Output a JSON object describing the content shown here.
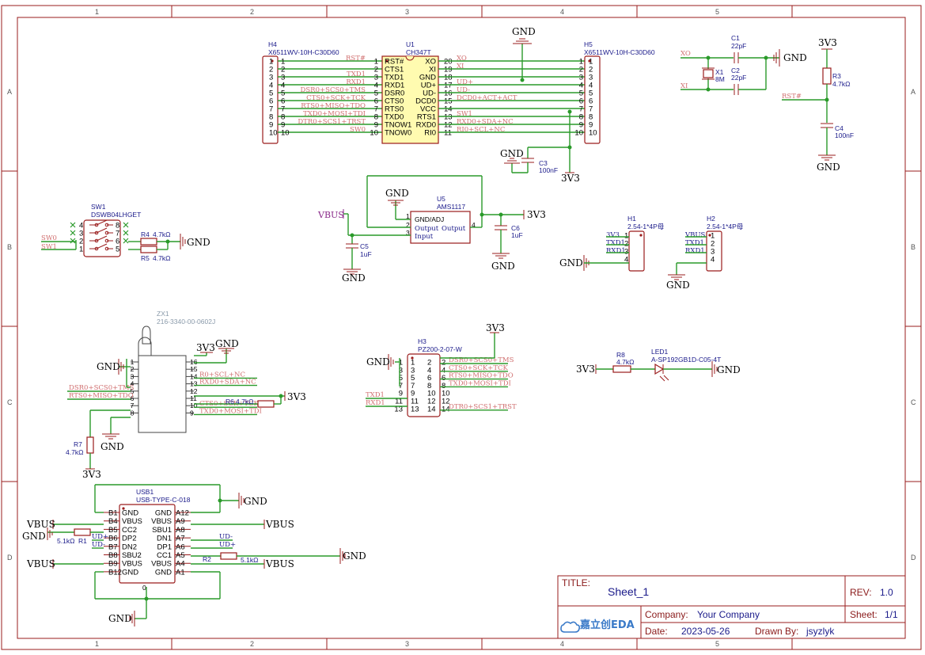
{
  "frame": {
    "cols": [
      "1",
      "2",
      "3",
      "4",
      "5"
    ],
    "rows": [
      "A",
      "B",
      "C",
      "D"
    ]
  },
  "title_block": {
    "title_label": "TITLE:",
    "title": "Sheet_1",
    "rev_label": "REV:",
    "rev": "1.0",
    "company_label": "Company:",
    "company": "Your Company",
    "sheet_label": "Sheet:",
    "sheet": "1/1",
    "date_label": "Date:",
    "date": "2023-05-26",
    "drawn_label": "Drawn By:",
    "drawn": "jsyzlyk",
    "logo_text": "嘉立创EDA"
  },
  "power": {
    "gnd": "GND",
    "v33": "3V3",
    "vbus": "VBUS"
  },
  "h4": {
    "ref": "H4",
    "part": "X6511WV-10H-C30D60",
    "pins": [
      "1",
      "2",
      "3",
      "4",
      "5",
      "6",
      "7",
      "8",
      "9",
      "10"
    ],
    "nets": [
      "RST#",
      "",
      "TXD1",
      "RXD1",
      "DSR0+SCS0+TMS",
      "CTS0+SCK+TCK",
      "RTS0+MISO+TDO",
      "TXD0+MOSI+TDI",
      "DTR0+SCS1+TRST",
      "SW0"
    ]
  },
  "h5": {
    "ref": "H5",
    "part": "X6511WV-10H-C30D60",
    "pins": [
      "1",
      "2",
      "3",
      "4",
      "5",
      "6",
      "7",
      "8",
      "9",
      "10"
    ],
    "nets": [
      "XO",
      "XI",
      "",
      "UD+",
      "UD-",
      "DCD0+ACT+ACT",
      "",
      "SW1",
      "RXD0+SDA+NC",
      "RI0+SCL+NC"
    ]
  },
  "u1": {
    "ref": "U1",
    "part": "CH347T",
    "left_pins": [
      {
        "num": "1",
        "name": "RST#"
      },
      {
        "num": "2",
        "name": "CTS1"
      },
      {
        "num": "3",
        "name": "TXD1"
      },
      {
        "num": "4",
        "name": "RXD1"
      },
      {
        "num": "5",
        "name": "DSR0"
      },
      {
        "num": "6",
        "name": "CTS0"
      },
      {
        "num": "7",
        "name": "RTS0"
      },
      {
        "num": "8",
        "name": "TXD0"
      },
      {
        "num": "9",
        "name": "TNOW1"
      },
      {
        "num": "10",
        "name": "TNOW0"
      }
    ],
    "right_pins": [
      {
        "num": "20",
        "name": "XO"
      },
      {
        "num": "19",
        "name": "XI"
      },
      {
        "num": "18",
        "name": "GND"
      },
      {
        "num": "17",
        "name": "UD+"
      },
      {
        "num": "16",
        "name": "UD-"
      },
      {
        "num": "15",
        "name": "DCD0"
      },
      {
        "num": "14",
        "name": "VCC"
      },
      {
        "num": "13",
        "name": "RTS1"
      },
      {
        "num": "12",
        "name": "RXD0"
      },
      {
        "num": "11",
        "name": "RI0"
      }
    ]
  },
  "c3": {
    "ref": "C3",
    "val": "100nF"
  },
  "crystal": {
    "c1_ref": "C1",
    "c1_val": "22pF",
    "c2_ref": "C2",
    "c2_val": "22pF",
    "x1_ref": "X1",
    "x1_val": "8M",
    "net_xo": "XO",
    "net_xi": "XI"
  },
  "reset": {
    "r3_ref": "R3",
    "r3_val": "4.7kΩ",
    "c4_ref": "C4",
    "c4_val": "100nF",
    "net": "RST#"
  },
  "u5": {
    "ref": "U5",
    "part": "AMS1117",
    "pins": [
      {
        "num": "1",
        "name": "GND/ADJ"
      },
      {
        "num": "2",
        "name": "Output"
      },
      {
        "num": "3",
        "name": "Input"
      },
      {
        "num": "4",
        "name": "Output"
      }
    ],
    "c5_ref": "C5",
    "c5_val": "1uF",
    "c6_ref": "C6",
    "c6_val": "1uF"
  },
  "sw1": {
    "ref": "SW1",
    "part": "DSWB04LHGET",
    "left_pins": [
      "4",
      "3",
      "2",
      "1"
    ],
    "right_pins": [
      "8",
      "7",
      "6",
      "5"
    ],
    "net_sw0": "SW0",
    "net_sw1": "SW1",
    "r4_ref": "R4",
    "r4_val": "4.7kΩ",
    "r5_ref": "R5",
    "r5_val": "4.7kΩ"
  },
  "h1": {
    "ref": "H1",
    "part": "2.54-1*4P母",
    "pins": [
      "1",
      "2",
      "3",
      "4"
    ],
    "nets": [
      "3V3",
      "TXD1",
      "RXD1",
      ""
    ]
  },
  "h2": {
    "ref": "H2",
    "part": "2.54-1*4P母",
    "pins": [
      "1",
      "2",
      "3",
      "4"
    ],
    "nets": [
      "VBUS",
      "TXD1",
      "RXD1",
      ""
    ]
  },
  "zx1": {
    "ref": "ZX1",
    "part": "216-3340-00-0602J",
    "left_pins": [
      "1",
      "2",
      "3",
      "4",
      "5",
      "6",
      "7",
      "8"
    ],
    "right_pins": [
      "16",
      "15",
      "14",
      "13",
      "12",
      "11",
      "10",
      "9"
    ],
    "nets_right": [
      "",
      "",
      "R0+SCL+NC",
      "RXD0+SDA+NC",
      "",
      "",
      "CTS0+SCK+TCK",
      "TXD0+MOSI+TDI"
    ],
    "nets_left": [
      "DSR0+SCS0+TMS",
      "RTS0+MISO+TDO"
    ],
    "r6_ref": "R6",
    "r6_val": "4.7kΩ",
    "r7_ref": "R7",
    "r7_val": "4.7kΩ"
  },
  "h3": {
    "ref": "H3",
    "part": "PZ200-2-07-W",
    "left_pins": [
      "1",
      "3",
      "5",
      "7",
      "9",
      "11",
      "13"
    ],
    "right_pins": [
      "2",
      "4",
      "6",
      "8",
      "10",
      "12",
      "14"
    ],
    "nets_right": [
      "DSR0+SCS0+TMS",
      "CTS0+SCK+TCK",
      "RTS0+MISO+TDO",
      "TXD0+MOSI+TDI",
      "",
      "",
      "DTR0+SCS1+TRST"
    ],
    "nets_left": [
      "TXD1",
      "RXD1"
    ]
  },
  "led": {
    "r8_ref": "R8",
    "r8_val": "4.7kΩ",
    "led_ref": "LED1",
    "led_part": "A-SP192GB1D-C05-4T"
  },
  "usb": {
    "ref": "USB1",
    "part": "USB-TYPE-C-018",
    "left_pins": [
      {
        "num": "B1",
        "name": "GND"
      },
      {
        "num": "B4",
        "name": "VBUS"
      },
      {
        "num": "B5",
        "name": "CC2"
      },
      {
        "num": "B6",
        "name": "DP2"
      },
      {
        "num": "B7",
        "name": "DN2"
      },
      {
        "num": "B8",
        "name": "SBU2"
      },
      {
        "num": "B9",
        "name": "VBUS"
      },
      {
        "num": "B12",
        "name": "GND"
      }
    ],
    "right_pins": [
      {
        "num": "A12",
        "name": "GND"
      },
      {
        "num": "A9",
        "name": "VBUS"
      },
      {
        "num": "A8",
        "name": "SBU1"
      },
      {
        "num": "A7",
        "name": "DN1"
      },
      {
        "num": "A6",
        "name": "DP1"
      },
      {
        "num": "A5",
        "name": "CC1"
      },
      {
        "num": "A4",
        "name": "VBUS"
      },
      {
        "num": "A1",
        "name": "GND"
      }
    ],
    "shield": "0",
    "r1_ref": "R1",
    "r1_val": "5.1kΩ",
    "r2_ref": "R2",
    "r2_val": "5.1kΩ",
    "net_udp": "UD+",
    "net_udm": "UD-"
  }
}
